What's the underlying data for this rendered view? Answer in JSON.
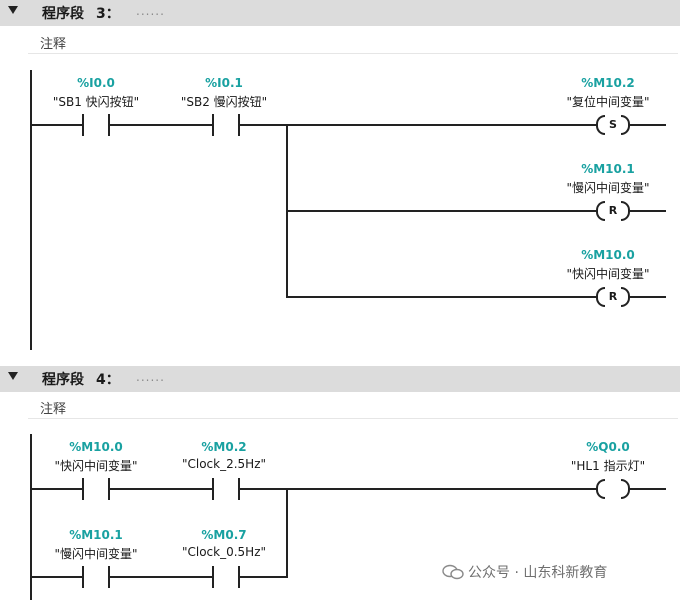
{
  "networks": [
    {
      "title": "程序段",
      "number": "3：",
      "dots": "......",
      "comment": "注释",
      "contacts": [
        {
          "address": "%I0.0",
          "tag": "\"SB1 快闪按钮\""
        },
        {
          "address": "%I0.1",
          "tag": "\"SB2 慢闪按钮\""
        }
      ],
      "coils": [
        {
          "address": "%M10.2",
          "tag": "\"复位中间变量\"",
          "letter": "S"
        },
        {
          "address": "%M10.1",
          "tag": "\"慢闪中间变量\"",
          "letter": "R"
        },
        {
          "address": "%M10.0",
          "tag": "\"快闪中间变量\"",
          "letter": "R"
        }
      ]
    },
    {
      "title": "程序段",
      "number": "4：",
      "dots": "......",
      "comment": "注释",
      "contacts": [
        {
          "address": "%M10.0",
          "tag": "\"快闪中间变量\""
        },
        {
          "address": "%M0.2",
          "tag": "\"Clock_2.5Hz\""
        },
        {
          "address": "%M10.1",
          "tag": "\"慢闪中间变量\""
        },
        {
          "address": "%M0.7",
          "tag": "\"Clock_0.5Hz\""
        }
      ],
      "coils": [
        {
          "address": "%Q0.0",
          "tag": "\"HL1 指示灯\"",
          "letter": ""
        }
      ]
    }
  ],
  "watermark": "公众号 · 山东科新教育"
}
